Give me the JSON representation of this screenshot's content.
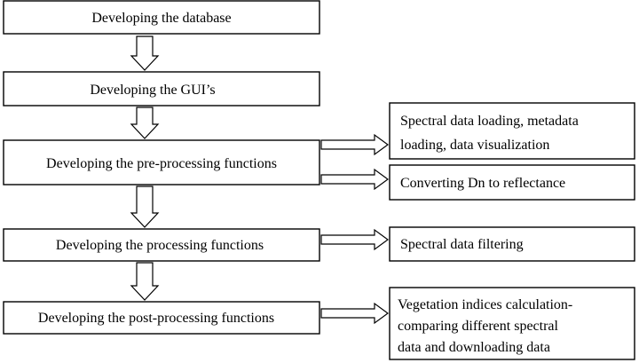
{
  "steps": [
    {
      "label": "Developing the database"
    },
    {
      "label": "Developing the GUI’s"
    },
    {
      "label": "Developing the pre-processing functions"
    },
    {
      "label": "Developing the processing functions"
    },
    {
      "label": "Developing the post-processing functions"
    }
  ],
  "outputs": [
    {
      "lines": [
        "Spectral data loading, metadata",
        "loading, data visualization"
      ]
    },
    {
      "lines": [
        "Converting Dn to reflectance"
      ]
    },
    {
      "lines": [
        "Spectral data filtering"
      ]
    },
    {
      "lines": [
        "Vegetation indices calculation-",
        "comparing different spectral",
        "data and downloading data"
      ]
    }
  ],
  "colors": {
    "stroke": "#000000",
    "fill": "#ffffff",
    "text": "#000000"
  }
}
